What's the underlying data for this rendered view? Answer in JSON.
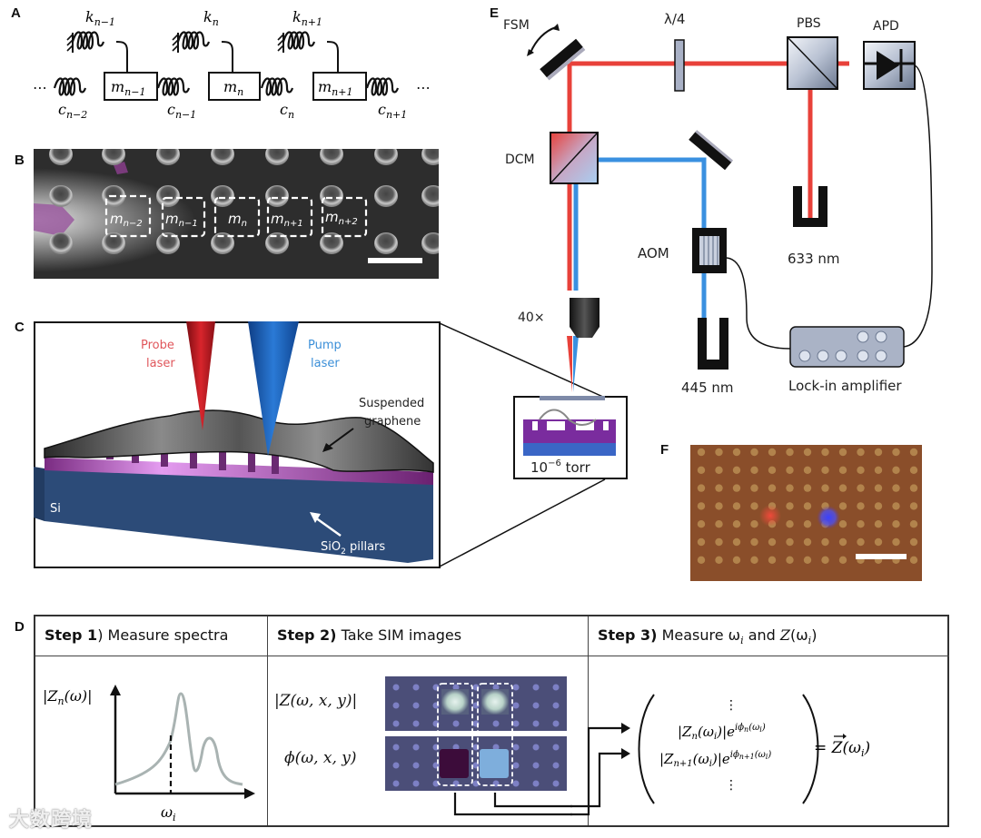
{
  "figure": {
    "panels": {
      "A": {
        "label": "A",
        "title": "Mass-spring chain model",
        "masses": [
          "m_{n-1}",
          "m_n",
          "m_{n+1}"
        ],
        "mass_labels": [
          {
            "base": "m",
            "sub": "n−1"
          },
          {
            "base": "m",
            "sub": "n"
          },
          {
            "base": "m",
            "sub": "n+1"
          }
        ],
        "ground_springs": [
          {
            "base": "k",
            "sub": "n−1"
          },
          {
            "base": "k",
            "sub": "n"
          },
          {
            "base": "k",
            "sub": "n+1"
          }
        ],
        "coupling_springs": [
          {
            "base": "c",
            "sub": "n−2"
          },
          {
            "base": "c",
            "sub": "n−1"
          },
          {
            "base": "c",
            "sub": "n"
          },
          {
            "base": "c",
            "sub": "n+1"
          }
        ],
        "ellipsis": "⋯"
      },
      "B": {
        "label": "B",
        "title": "SEM image of pillar array with resonator boxes",
        "boxes": [
          {
            "base": "m",
            "sub": "n−2"
          },
          {
            "base": "m",
            "sub": "n−1"
          },
          {
            "base": "m",
            "sub": "n"
          },
          {
            "base": "m",
            "sub": "n+1"
          },
          {
            "base": "m",
            "sub": "n+2"
          }
        ],
        "scale_bar": true
      },
      "C": {
        "label": "C",
        "probe_laser": [
          "Probe",
          "laser"
        ],
        "pump_laser": [
          "Pump",
          "laser"
        ],
        "suspended_graphene": [
          "Suspended",
          "graphene"
        ],
        "substrate": "Si",
        "pillars": {
          "base": "SiO",
          "sub": "2",
          "rest": " pillars"
        },
        "colors": {
          "probe": "#c0282d",
          "pump": "#1f6fc0",
          "probe_text": "#e0565b",
          "pump_text": "#3b8fd8",
          "si": "#2c4b78",
          "sio2": "#d48ee6"
        }
      },
      "E": {
        "label": "E",
        "components": {
          "fsm": "FSM",
          "quarter_wave": "λ/4",
          "pbs": "PBS",
          "apd": "APD",
          "dcm": "DCM",
          "aom": "AOM",
          "objective": "40×",
          "probe_wavelength": "633 nm",
          "pump_wavelength": "445 nm",
          "lockin": "Lock-in amplifier",
          "chamber_base": "10",
          "chamber_exp": "−6",
          "chamber_unit": " torr"
        },
        "colors": {
          "red_beam": "#e8413a",
          "blue_beam": "#3a90e0"
        }
      },
      "F": {
        "label": "F",
        "title": "Optical image with probe and pump spots",
        "scale_bar": true,
        "colors": {
          "background": "#8a4e2a",
          "pillar": "#b98d52",
          "probe_spot": "#e8463c",
          "pump_spot": "#3a3cf0"
        }
      },
      "D": {
        "label": "D",
        "steps": [
          {
            "bold": "Step 1",
            "rest": ") Measure spectra"
          },
          {
            "bold": "Step 2)",
            "rest": " Take SIM images"
          },
          {
            "bold": "Step 3)",
            "rest": " Measure ω",
            "sub": "i",
            "rest2": " and ",
            "vec": "Z",
            "rest3": "(ω",
            "sub2": "i",
            "rest4": ")"
          }
        ],
        "step1": {
          "ylabel": "|Z_n(ω)|",
          "ylabel_parts": {
            "pre": "|Z",
            "sub": "n",
            "post": "(ω)|"
          },
          "xmarker": {
            "base": "ω",
            "sub": "i"
          }
        },
        "step2": {
          "row_labels": [
            "|Z(ω, x, y)|",
            "ϕ(ω, x, y)"
          ]
        },
        "step3": {
          "vector_rows": [
            {
              "pre": "|Z",
              "sub": "n",
              "mid": "(ω",
              "sub2": "i",
              "post": ")|e",
              "sup": "iϕ",
              "supsub": "n",
              "suptail": "(ω",
              "supsub2": "i",
              "suptail2": ")"
            },
            {
              "pre": "|Z",
              "sub": "n+1",
              "mid": "(ω",
              "sub2": "i",
              "post": ")|e",
              "sup": "iϕ",
              "supsub": "n+1",
              "suptail": "(ω",
              "supsub2": "i",
              "suptail2": ")"
            }
          ],
          "vdots": "⋮",
          "rhs": {
            "eq": "= ",
            "vec": "Z",
            "open": "(ω",
            "sub": "i",
            "close": ")"
          }
        }
      }
    },
    "watermark": "大数跨境"
  }
}
